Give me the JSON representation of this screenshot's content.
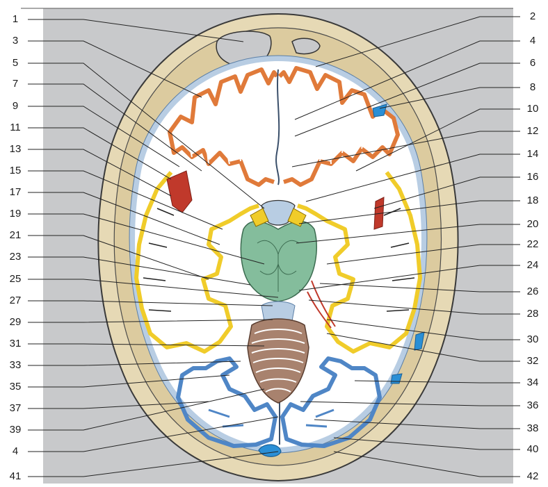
{
  "left_labels": [
    "1",
    "3",
    "5",
    "7",
    "9",
    "11",
    "13",
    "15",
    "17",
    "19",
    "21",
    "23",
    "25",
    "27",
    "29",
    "31",
    "33",
    "35",
    "37",
    "39",
    "4",
    "41"
  ],
  "right_labels": [
    "2",
    "4",
    "6",
    "8",
    "10",
    "12",
    "14",
    "16",
    "18",
    "20",
    "22",
    "24",
    "26",
    "28",
    "30",
    "32",
    "34",
    "36",
    "38",
    "40",
    "42"
  ],
  "colors": {
    "backdrop": "#c8c9cb",
    "skull": "#e6d9b5",
    "cerebrum": "#ffffff",
    "frontal_cortex": "#e07a3a",
    "temporal_cortex": "#f0cc2a",
    "occipital_cortex": "#4f86c6",
    "csf": "#b8cde3",
    "brainstem": "#84bd9c",
    "cerebellum": "#a8826e",
    "vessel": "#c0392b",
    "sinus": "#2a8fd6",
    "leader": "#222222"
  }
}
